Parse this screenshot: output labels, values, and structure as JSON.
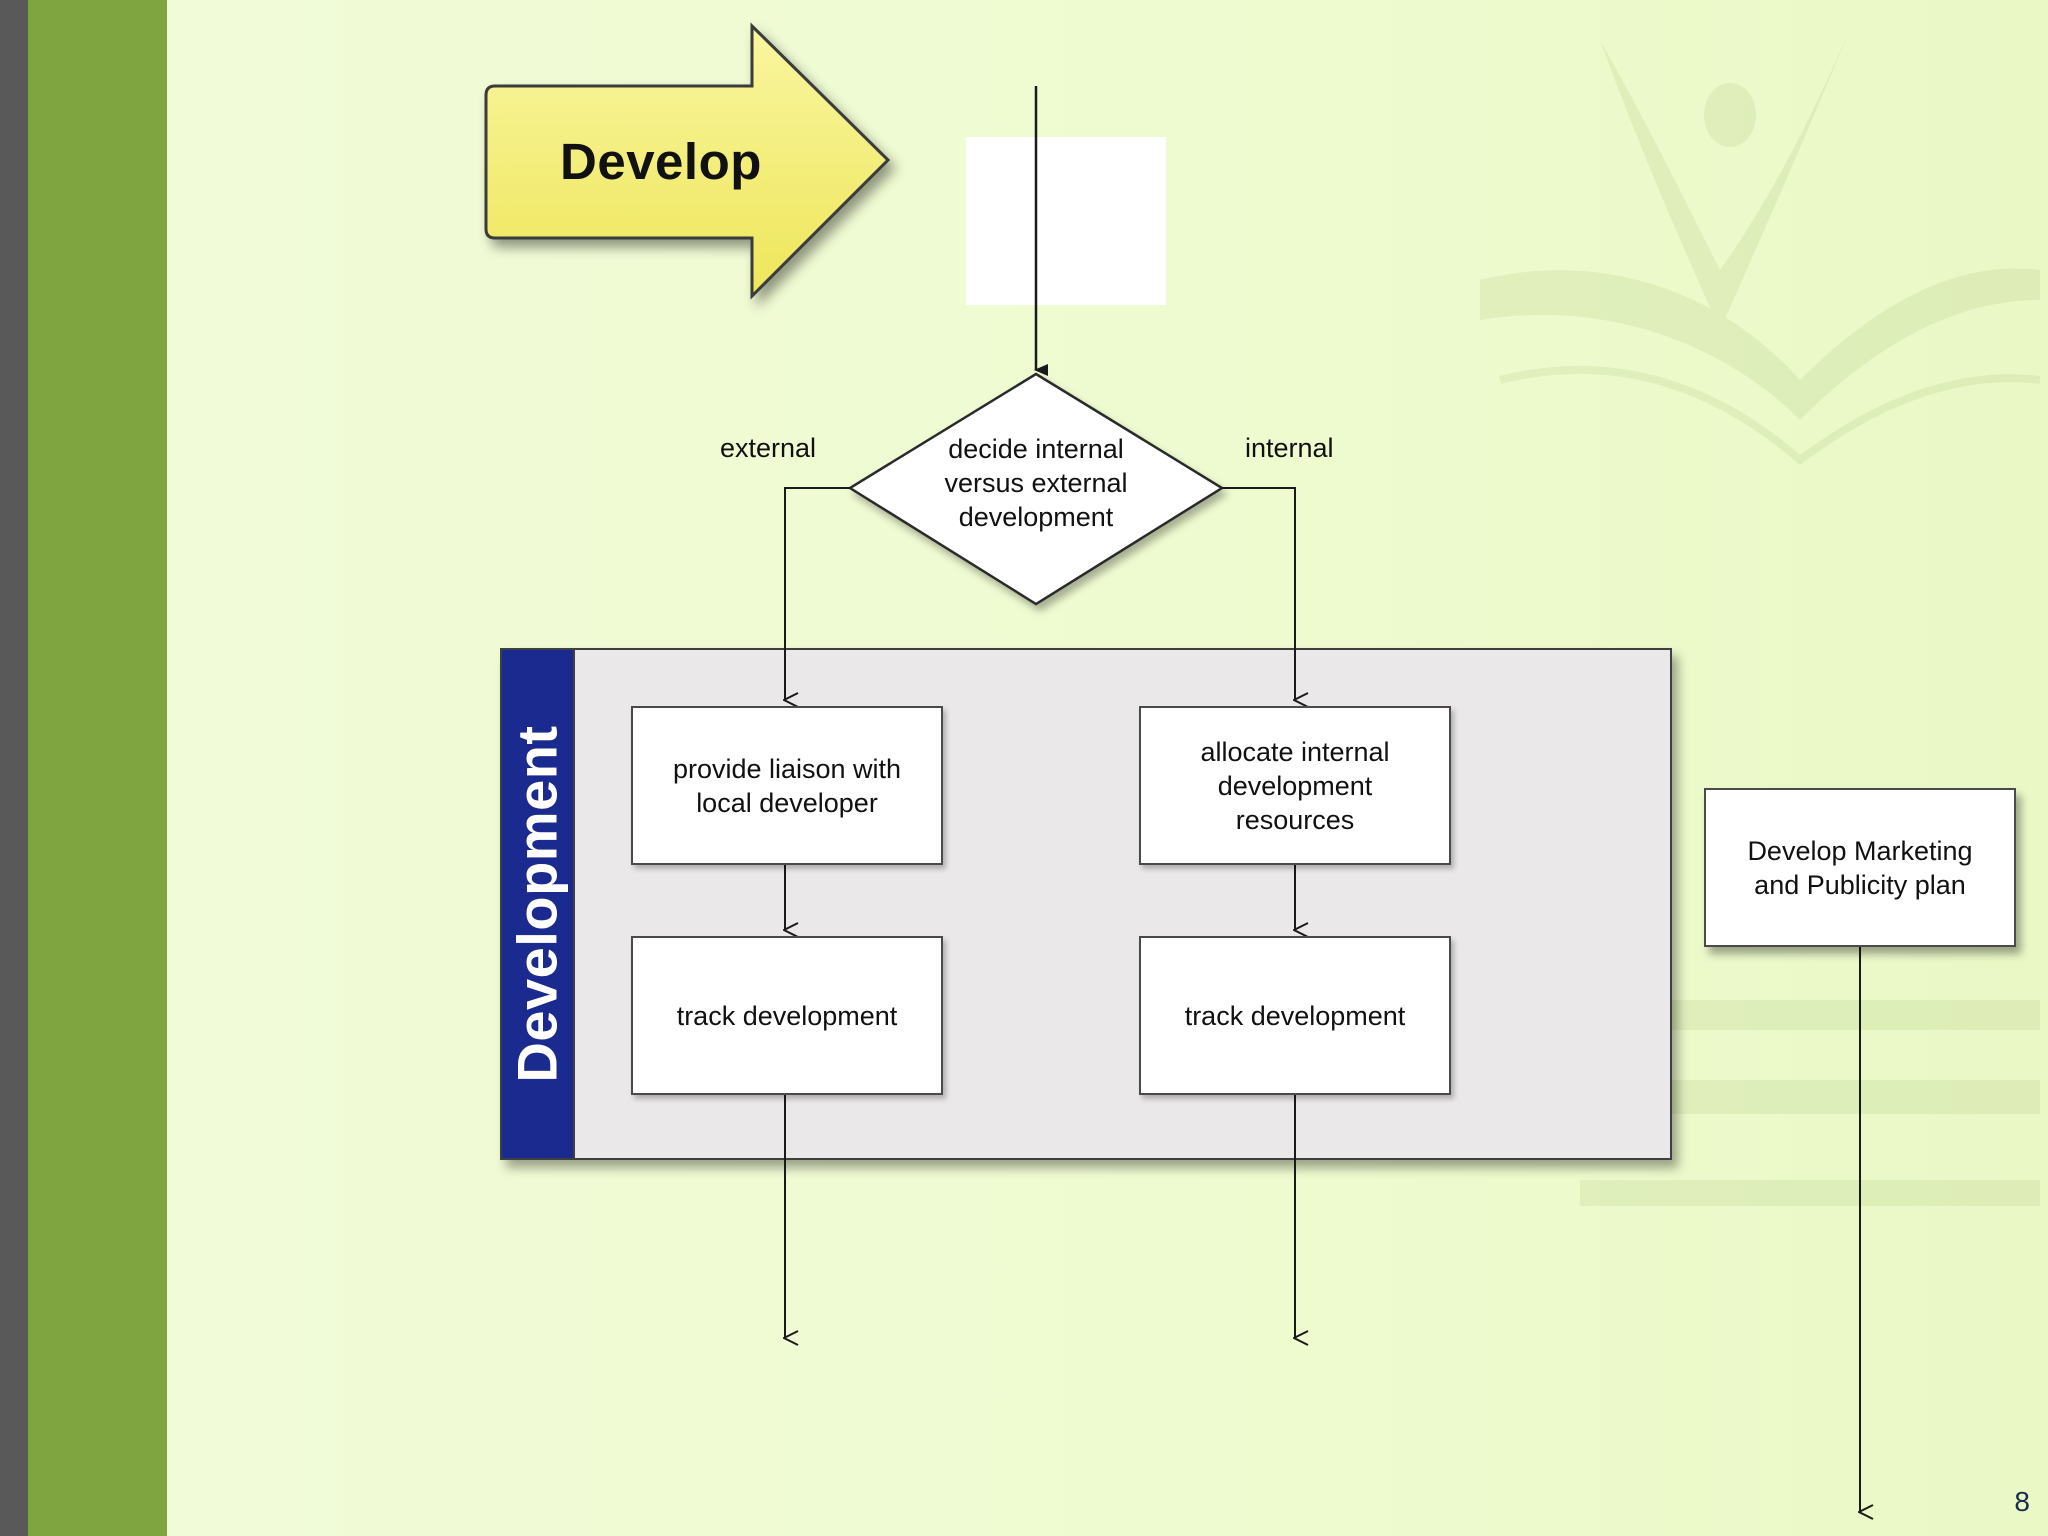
{
  "banner": {
    "label": "Develop"
  },
  "decision": {
    "text": "decide internal\nversus external\ndevelopment"
  },
  "branches": {
    "left_label": "external",
    "right_label": "internal"
  },
  "swimlane": {
    "label": "Development"
  },
  "boxes": {
    "liaison": "provide liaison with\nlocal developer",
    "allocate": "allocate internal\ndevelopment\nresources",
    "track_left": "track development",
    "track_right": "track development",
    "marketing": "Develop Marketing\nand Publicity plan"
  },
  "footer": {
    "page_number": "8"
  },
  "colors": {
    "sidebar_green": "#7ea53f",
    "swimlane_header": "#1b2a8f",
    "banner_fill": "#f5f07a",
    "background": "#eefbd0"
  }
}
